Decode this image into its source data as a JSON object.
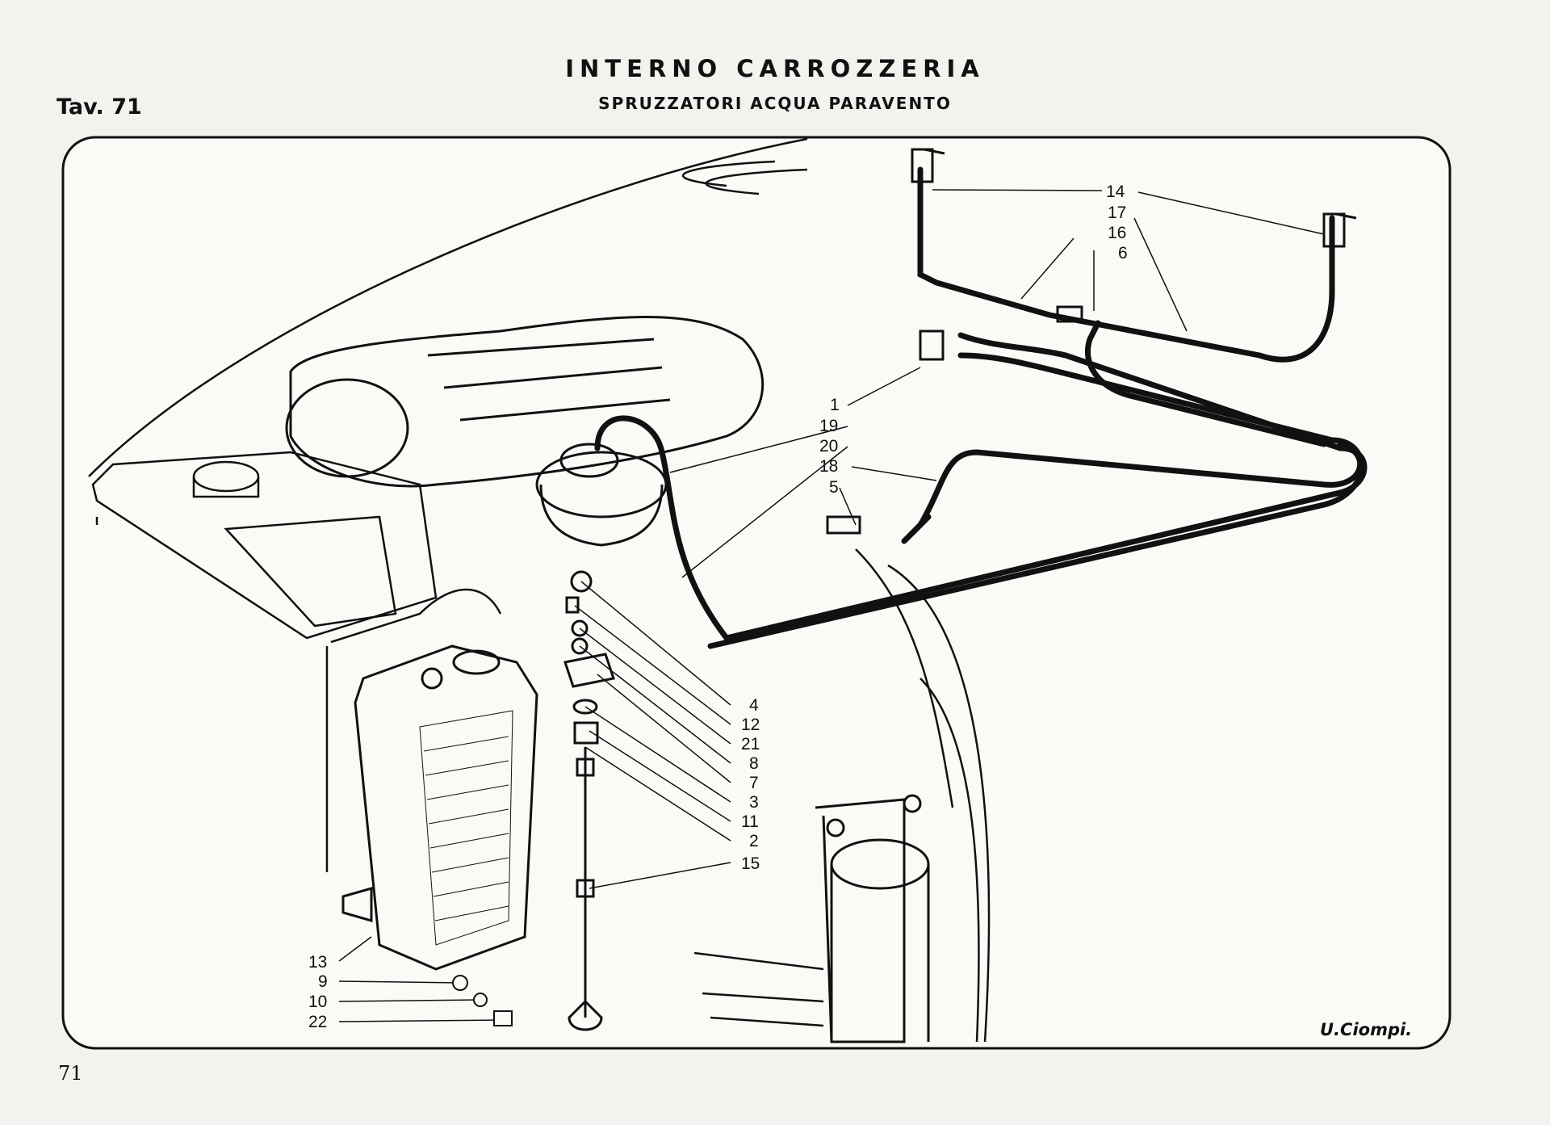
{
  "header": {
    "title": "INTERNO CARROZZERIA",
    "subtitle": "SPRUZZATORI ACQUA PARAVENTO",
    "plate": "Tav. 71"
  },
  "footer": {
    "page_number": "71",
    "signature": "U.Ciompi."
  },
  "callouts": [
    "14",
    "17",
    "16",
    "6",
    "1",
    "19",
    "20",
    "18",
    "5",
    "4",
    "12",
    "21",
    "8",
    "7",
    "3",
    "11",
    "2",
    "15",
    "13",
    "9",
    "10",
    "22"
  ]
}
